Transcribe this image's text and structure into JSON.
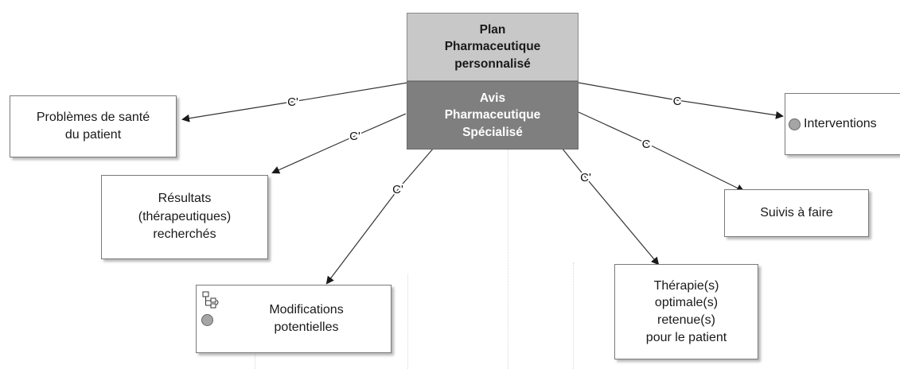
{
  "center": {
    "plan_lines": [
      "Plan",
      "Pharmaceutique",
      "personnalisé"
    ],
    "avis_lines": [
      "Avis",
      "Pharmaceutique",
      "Spécialisé"
    ]
  },
  "nodes": {
    "problemes": [
      "Problèmes de santé",
      "du patient"
    ],
    "resultats": [
      "Résultats",
      "(thérapeutiques)",
      "recherchés"
    ],
    "modifications": [
      "Modifications",
      "potentielles"
    ],
    "interventions": [
      "Interventions"
    ],
    "suivis": [
      "Suivis à faire"
    ],
    "therapies": [
      "Thérapie(s)",
      "optimale(s)",
      "retenue(s)",
      "pour le patient"
    ]
  },
  "link_labels": {
    "to_problemes": "C'",
    "to_resultats": "C'",
    "to_modifications": "C'",
    "to_interventions": "C",
    "to_suivis": "C",
    "to_therapies": "C'"
  },
  "colors": {
    "plan_fill": "#c8c8c8",
    "avis_fill": "#7f7f7f",
    "avis_text": "#ffffff",
    "marker_dot": "#a5a5a5"
  }
}
